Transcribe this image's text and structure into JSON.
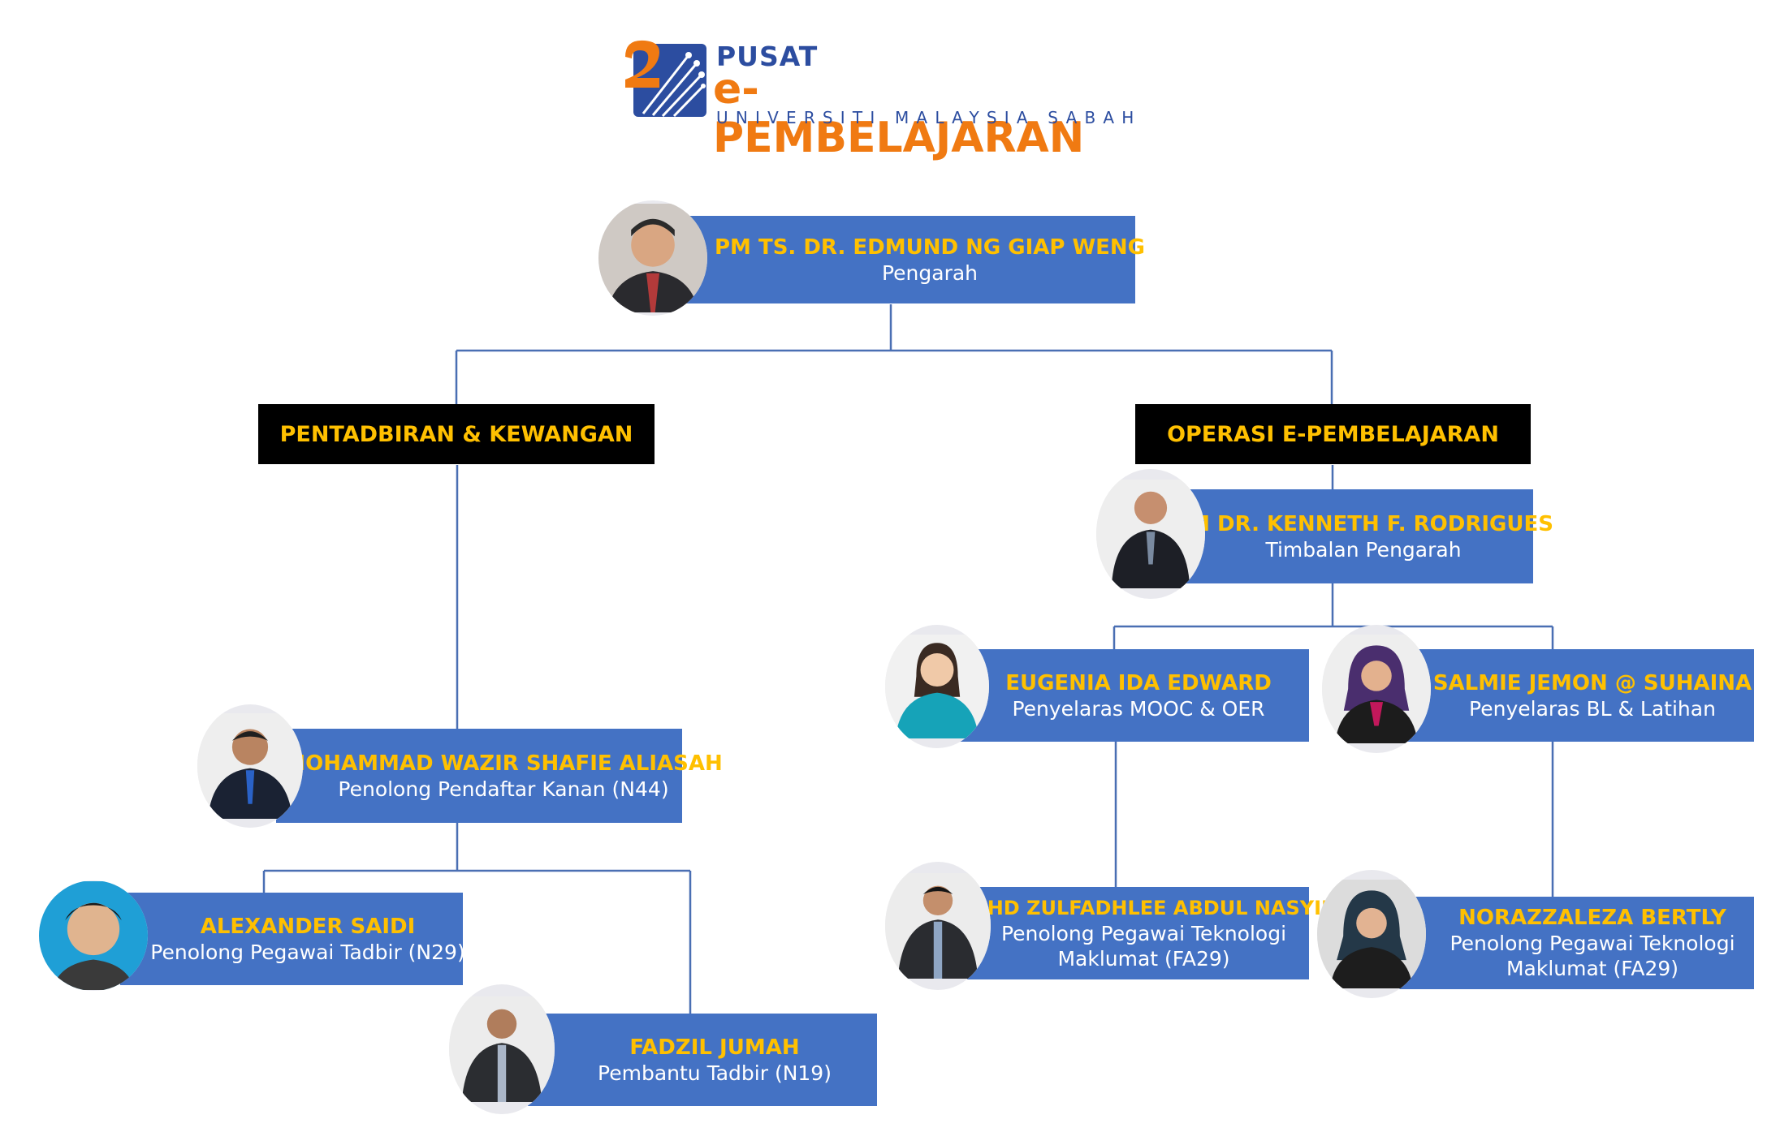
{
  "logo": {
    "line1": "PUSAT",
    "line2": "e-PEMBELAJARAN",
    "line3": "UNIVERSITI MALAYSIA SABAH"
  },
  "colors": {
    "box_fill": "#4472c4",
    "name_text": "#ffc000",
    "role_text": "#ffffff",
    "header_fill": "#000000",
    "connector": "#4a6fb3"
  },
  "director": {
    "name": "PM TS. DR. EDMUND NG GIAP WENG",
    "role": "Pengarah"
  },
  "departments": {
    "admin": "PENTADBIRAN & KEWANGAN",
    "operations": "OPERASI E-PEMBELAJARAN"
  },
  "deputy": {
    "name": "PM DR. KENNETH F. RODRIGUES",
    "role": "Timbalan Pengarah"
  },
  "admin_staff": [
    {
      "name": "MOHAMMAD WAZIR SHAFIE ALIASAH",
      "role": "Penolong Pendaftar Kanan (N44)"
    },
    {
      "name": "ALEXANDER SAIDI",
      "role": "Penolong Pegawai Tadbir (N29)"
    },
    {
      "name": "FADZIL JUMAH",
      "role": "Pembantu Tadbir (N19)"
    }
  ],
  "ops_staff": [
    {
      "name": "EUGENIA IDA EDWARD",
      "role": "Penyelaras MOOC & OER"
    },
    {
      "name": "SALMIE JEMON @ SUHAINA",
      "role": "Penyelaras BL & Latihan"
    },
    {
      "name": "MOHD ZULFADHLEE ABDUL NASYIR",
      "role": "Penolong Pegawai Teknologi",
      "role2": "Maklumat (FA29)"
    },
    {
      "name": "NORAZZALEZA BERTLY",
      "role": "Penolong Pegawai Teknologi",
      "role2": "Maklumat (FA29)"
    }
  ]
}
